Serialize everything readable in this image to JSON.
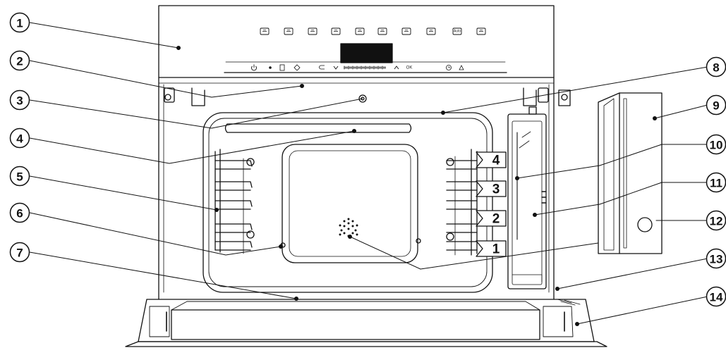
{
  "callouts": [
    "1",
    "2",
    "3",
    "4",
    "5",
    "6",
    "7",
    "8",
    "9",
    "10",
    "11",
    "12",
    "13",
    "14"
  ],
  "levels": [
    "4",
    "3",
    "2",
    "1"
  ],
  "control_panel": {
    "auto_label": "Auto",
    "ok_label": "OK",
    "sensor_icons": [
      "grill-icon",
      "fan-icon",
      "steam-icon",
      "bottom-heat-icon",
      "top-heat-icon",
      "combi-icon",
      "defrost-icon",
      "tray-icon",
      "auto-icon",
      "display-icon"
    ],
    "nav_icons": [
      "power-icon",
      "dot-icon",
      "door-icon",
      "light-icon",
      "back-icon",
      "down-icon",
      "slider-icon",
      "up-icon",
      "ok-icon",
      "timer-icon",
      "extra-icon"
    ]
  }
}
